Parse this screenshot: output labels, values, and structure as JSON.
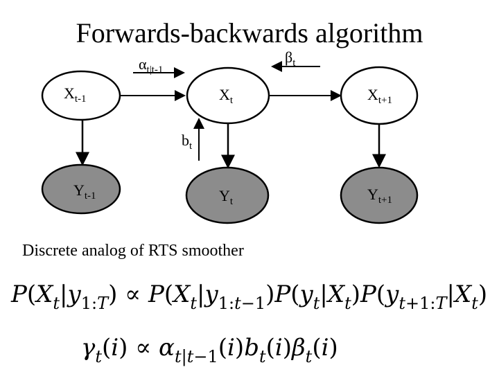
{
  "title": "Forwards-backwards algorithm",
  "arrow_labels": {
    "alpha": {
      "symbol": "α",
      "sub": "t|t-1"
    },
    "beta": {
      "symbol": "β",
      "sub": "t"
    },
    "b": {
      "symbol": "b",
      "sub": "t"
    }
  },
  "nodes": {
    "x_prev": {
      "main": "X",
      "sub": "t-1",
      "observed": false
    },
    "x_curr": {
      "main": "X",
      "sub": "t",
      "observed": false
    },
    "x_next": {
      "main": "X",
      "sub": "t+1",
      "observed": false
    },
    "y_prev": {
      "main": "Y",
      "sub": "t-1",
      "observed": true
    },
    "y_curr": {
      "main": "Y",
      "sub": "t",
      "observed": true
    },
    "y_next": {
      "main": "Y",
      "sub": "t+1",
      "observed": true
    }
  },
  "colors": {
    "hidden_fill": "#ffffff",
    "observed_fill": "#8c8c8c",
    "stroke": "#000000"
  },
  "caption": "Discrete analog of RTS smoother",
  "equations": {
    "smoothing": "P(X_t|y_{1:T}) ∝ P(X_t|y_{1:t-1}) P(y_t|X_t) P(y_{t+1:T}|X_t)",
    "gamma": "γ_t(i) ∝ α_{t|t-1}(i) b_t(i) β_t(i)"
  }
}
